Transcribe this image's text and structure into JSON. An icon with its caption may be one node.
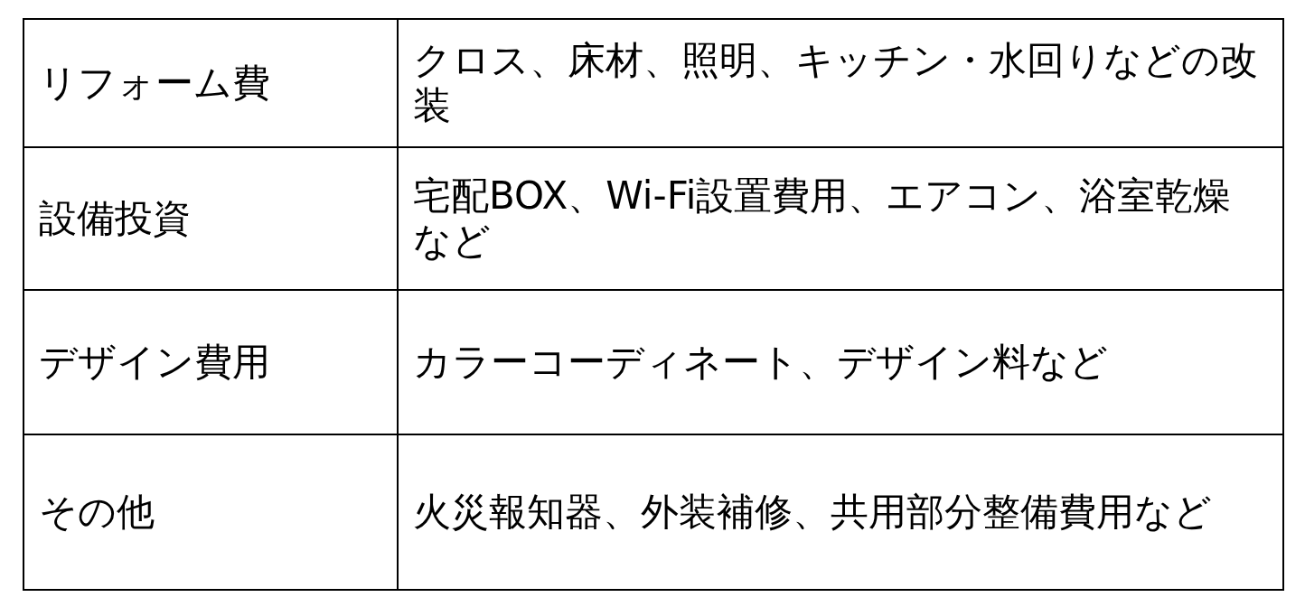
{
  "diagram": {
    "labels": [
      "リフォーム費",
      "クロス、床材、照明、キッチン・水回りなどの改装",
      "設備投資",
      "宅配BOX、Wi-Fi設置費用、エアコン、浴室乾燥など",
      "デザイン費用",
      "カラーコーディネート、デザイン料など",
      "その他",
      "火災報知器、外装補修、共用部分整備費用など"
    ]
  }
}
